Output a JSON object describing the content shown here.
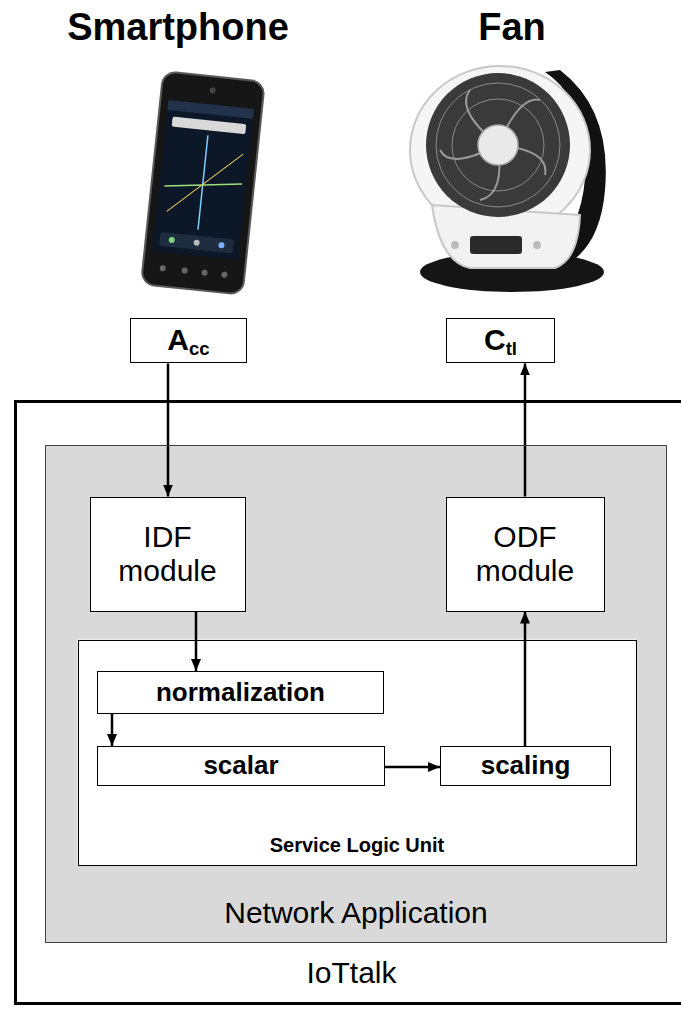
{
  "diagram": {
    "nodes": [
      {
        "text": [
          "Acc"
        ]
      },
      {
        "text": [
          "Ctl"
        ]
      },
      {
        "text": [
          "IoTtalk"
        ]
      },
      {
        "text": [
          "Network Application"
        ],
        "in": 2
      },
      {
        "text": [
          "IDF module"
        ],
        "in": 3
      },
      {
        "text": [
          "ODF module"
        ],
        "in": 3
      },
      {
        "text": [
          "Service Logic Unit"
        ],
        "in": 3
      },
      {
        "text": [
          "normalization"
        ],
        "in": 6
      },
      {
        "text": [
          "scalar"
        ],
        "in": 6
      },
      {
        "text": [
          "scaling"
        ],
        "in": 6
      }
    ],
    "edges": [
      {
        "from": 0,
        "to": 4,
        "arrow": "to"
      },
      {
        "from": 4,
        "to": 7,
        "arrow": "to"
      },
      {
        "from": 7,
        "to": 8,
        "arrow": "to"
      },
      {
        "from": 8,
        "to": 9,
        "arrow": "to"
      },
      {
        "from": 9,
        "to": 5,
        "arrow": "to"
      },
      {
        "from": 5,
        "to": 1,
        "arrow": "to"
      }
    ],
    "labels": [
      "Smartphone",
      "Fan"
    ]
  }
}
